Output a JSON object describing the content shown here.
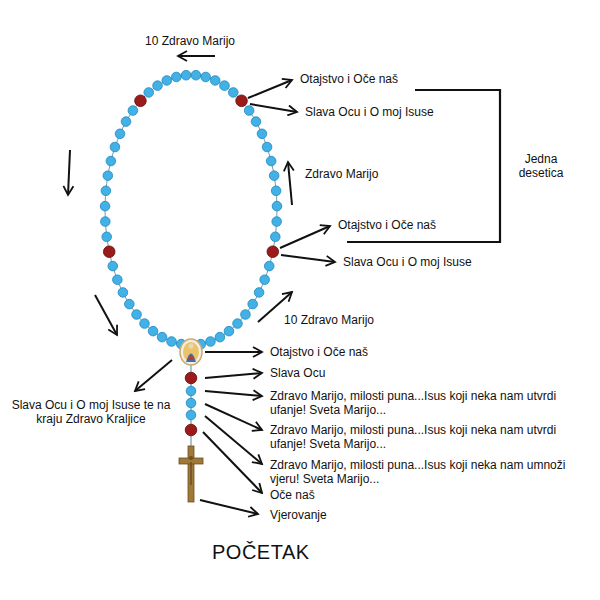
{
  "diagram": {
    "labels": [
      "10 Zdravo Marijo",
      "Otajstvo i Oče naš",
      "Slava Ocu i O moj Isuse",
      "Zdravo Marijo",
      "Jedna desetica",
      "Otajstvo i Oče naš",
      "Slava Ocu i O moj Isuse",
      "10 Zdravo Marijo",
      "Otajstvo i Oče naš",
      "Slava Ocu",
      "Zdravo Marijo, milosti puna...Isus koji neka nam utvrdi ufanje! Sveta Marijo...",
      "Zdravo Marijo, milosti puna...Isus koji neka nam utvrdi ufanje! Sveta Marijo...",
      "Zdravo Marijo, milosti puna...Isus koji neka nam umnoži vjeru! Sveta Marijo...",
      "Oče naš",
      "Vjerovanje",
      "Slava Ocu i O moj Isuse te na kraju Zdravo Kraljice",
      "POČETAK"
    ]
  }
}
